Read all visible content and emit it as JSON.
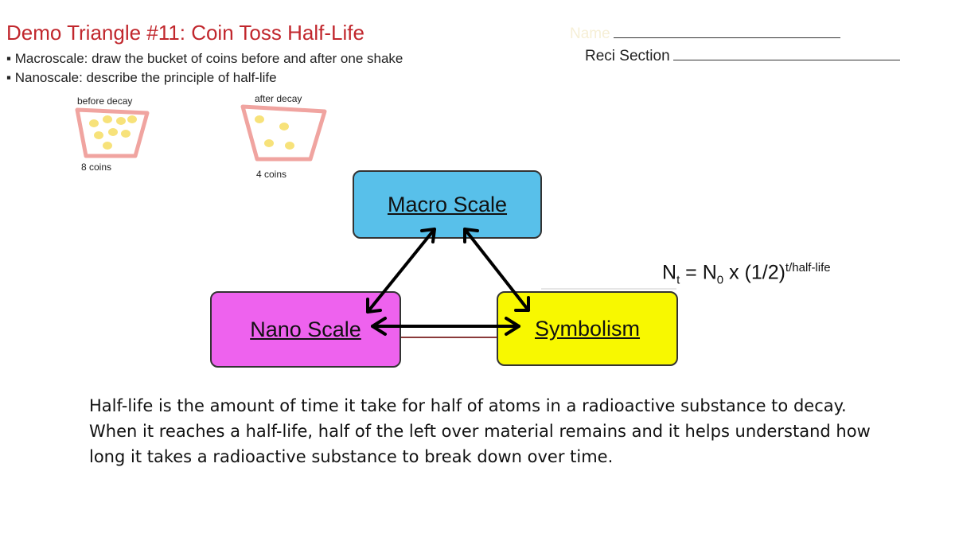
{
  "header": {
    "title": "Demo Triangle #11: Coin Toss Half-Life",
    "bullets": [
      "▪ Macroscale: draw the bucket of coins before and after one shake",
      "▪ Nanoscale: describe the principle of half-life"
    ],
    "name_field_label": "Name",
    "reci_field_label": "Reci Section"
  },
  "drawings": {
    "before": {
      "label": "before decay",
      "caption": "8 coins",
      "coin_count": 8
    },
    "after": {
      "label": "after decay",
      "caption": "4 coins",
      "coin_count": 4
    },
    "bucket_color": "#f0a4a0",
    "coin_color": "#f7e27a"
  },
  "triangle": {
    "macro": {
      "label": "Macro Scale",
      "color": "#58c0ea"
    },
    "nano": {
      "label": "Nano Scale",
      "color": "#ee62ee"
    },
    "symbolism": {
      "label": "Symbolism",
      "color": "#f8f800"
    }
  },
  "formula": {
    "lhs": "N",
    "lhs_sub": "t",
    "eq": " = N",
    "rhs_sub": "0",
    "mid": " x (1/2)",
    "exp": "t/half-life"
  },
  "paragraph": "Half-life is the amount of time it take for half of atoms in a radioactive substance to decay. When it reaches a half-life, half of the left over material remains and it helps understand how long it takes a radioactive substance to break down over time."
}
